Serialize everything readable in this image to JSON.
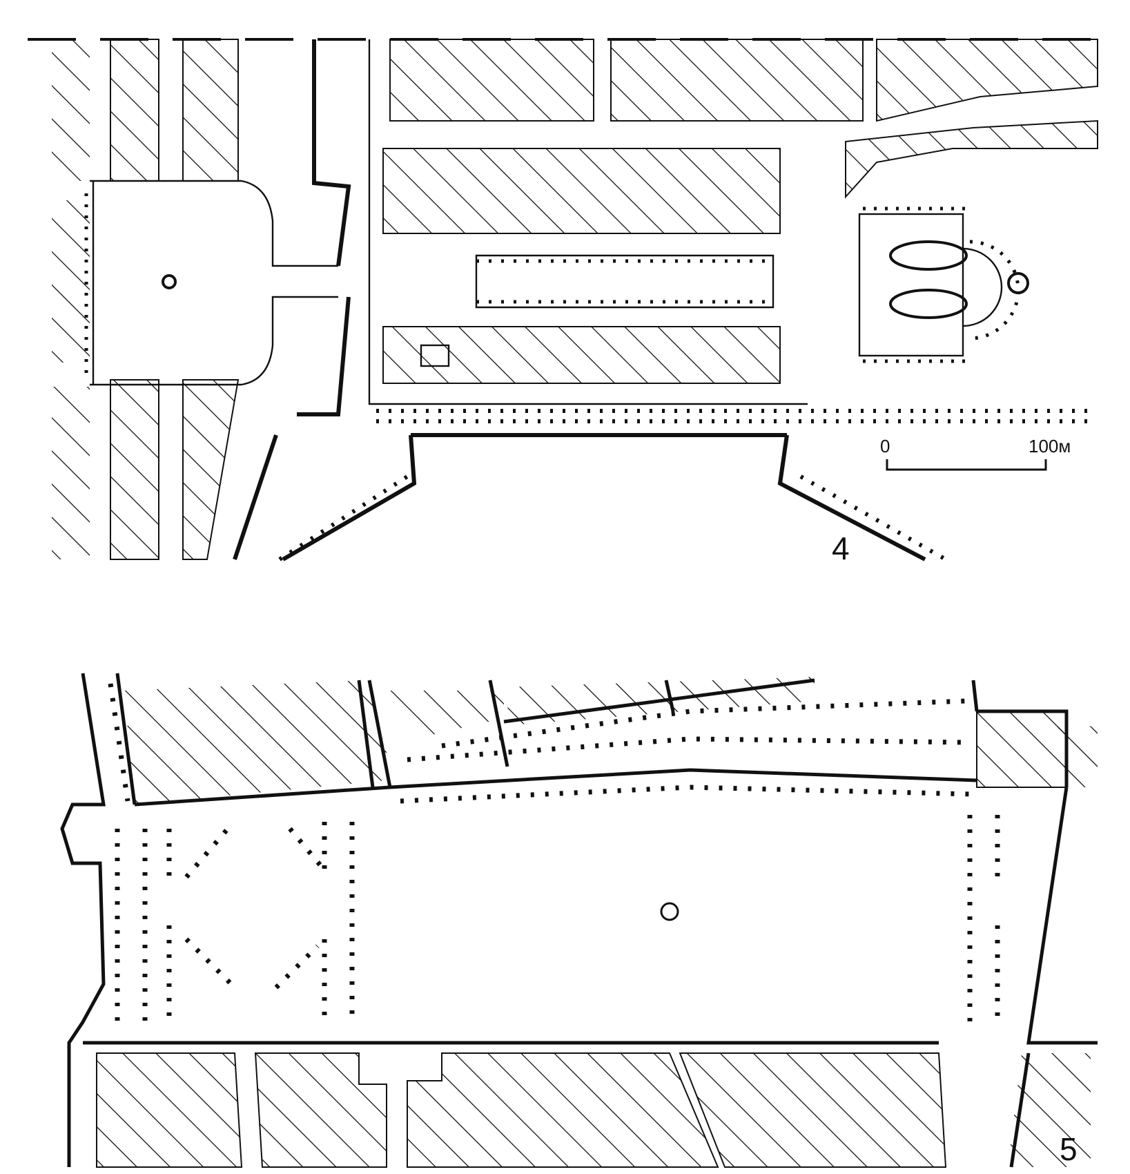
{
  "figures": [
    {
      "id": "plan-4",
      "number": "4"
    },
    {
      "id": "plan-5",
      "number": "5"
    }
  ],
  "scale_bar": {
    "start_label": "0",
    "end_label": "100м"
  },
  "colors": {
    "ink": "#111111",
    "paper": "#ffffff"
  }
}
